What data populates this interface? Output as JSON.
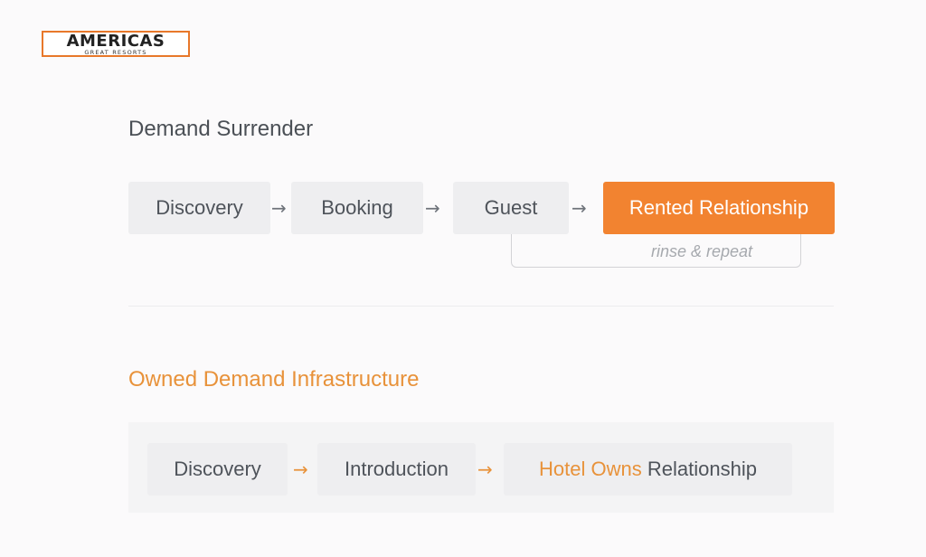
{
  "logo": {
    "main": "AMERICAS",
    "sub": "GREAT RESORTS",
    "accent_color": "#e8782a"
  },
  "section1": {
    "title": "Demand Surrender",
    "steps": [
      "Discovery",
      "Booking",
      "Guest",
      "Rented Relationship"
    ],
    "arrow": "→",
    "loop_label": "rinse & repeat",
    "accent_color": "#f28330"
  },
  "section2": {
    "title": "Owned Demand Infrastructure",
    "steps": [
      "Discovery",
      "Introduction"
    ],
    "final_step": {
      "highlight": "Hotel Owns",
      "rest": " Relationship"
    },
    "arrow": "→",
    "accent_color": "#e8923a"
  }
}
